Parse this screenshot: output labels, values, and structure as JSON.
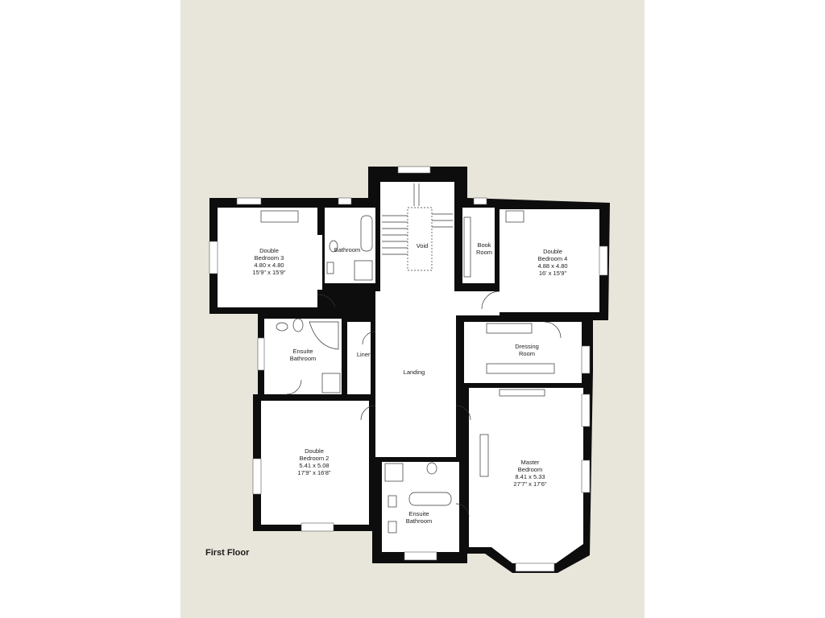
{
  "floor_title": "First Floor",
  "rooms": {
    "double_bedroom_3": {
      "name_1": "Double",
      "name_2": "Bedroom 3",
      "metric": "4.80 x 4.80",
      "imperial": "15'9\" x 15'9\""
    },
    "bathroom": {
      "name": "Bathroom"
    },
    "void": {
      "name": "Void"
    },
    "book_room": {
      "name_1": "Book",
      "name_2": "Room"
    },
    "double_bedroom_4": {
      "name_1": "Double",
      "name_2": "Bedroom 4",
      "metric": "4.88 x 4.80",
      "imperial": "16' x 15'9\""
    },
    "ensuite_bathroom_1": {
      "name_1": "Ensuite",
      "name_2": "Bathroom"
    },
    "linen": {
      "name": "Linen"
    },
    "landing": {
      "name": "Landing"
    },
    "dressing_room": {
      "name_1": "Dressing",
      "name_2": "Room"
    },
    "double_bedroom_2": {
      "name_1": "Double",
      "name_2": "Bedroom 2",
      "metric": "5.41 x 5.08",
      "imperial": "17'9\" x 16'8\""
    },
    "master_bedroom": {
      "name_1": "Master",
      "name_2": "Bedroom",
      "metric": "8.41 x 5.33",
      "imperial": "27'7\" x 17'6\""
    },
    "ensuite_bathroom_2": {
      "name_1": "Ensuite",
      "name_2": "Bathroom"
    }
  },
  "colors": {
    "page": "#e8e5da",
    "wall": "#0d0d0d",
    "floor": "#ffffff",
    "fixture_line": "#333333"
  }
}
